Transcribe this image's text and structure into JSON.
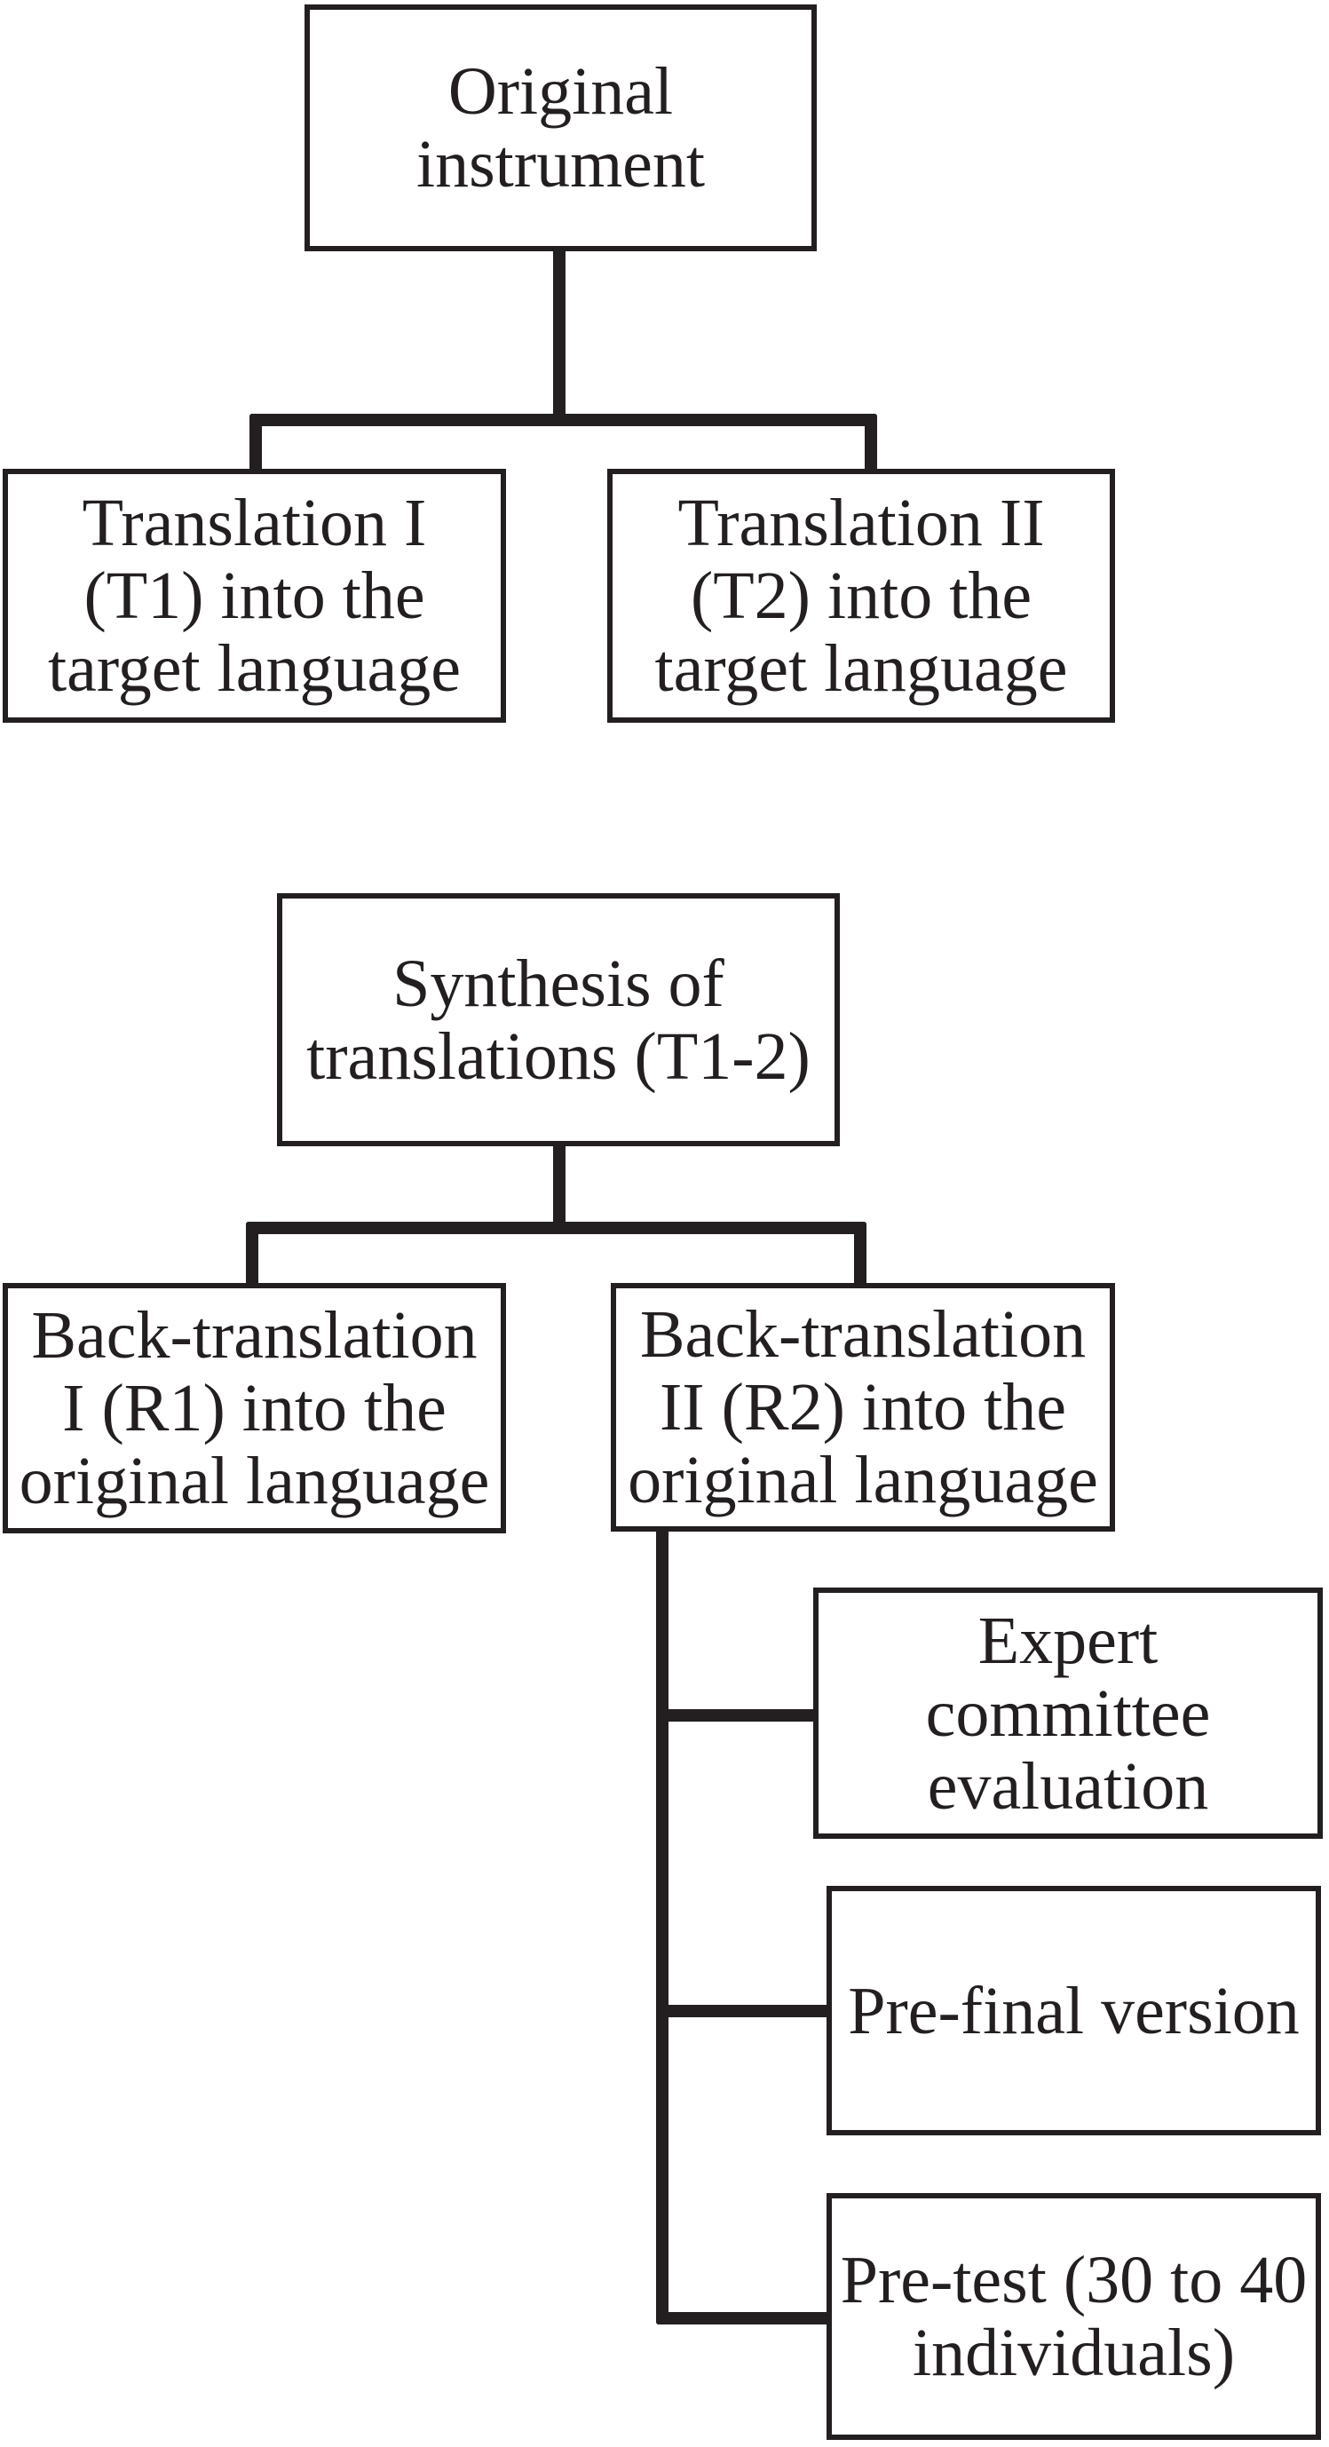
{
  "colors": {
    "ink": "#231f20",
    "background": "#ffffff"
  },
  "diagram": {
    "type": "flowchart",
    "nodes": {
      "original": {
        "lines": [
          "Original",
          "instrument"
        ]
      },
      "translation1": {
        "lines": [
          "Translation I",
          "(T1) into the",
          "target language"
        ]
      },
      "translation2": {
        "lines": [
          "Translation II",
          "(T2) into the",
          "target language"
        ]
      },
      "synthesis": {
        "lines": [
          "Synthesis of",
          "translations (T1-2)"
        ]
      },
      "back1": {
        "lines": [
          "Back-translation",
          "I (R1) into the",
          "original language"
        ]
      },
      "back2": {
        "lines": [
          "Back-translation",
          "II (R2) into the",
          "original language"
        ]
      },
      "expert": {
        "lines": [
          "Expert",
          "committee",
          "evaluation"
        ]
      },
      "prefinal": {
        "lines": [
          "Pre-final version"
        ]
      },
      "pretest": {
        "lines": [
          "Pre-test (30 to 40",
          "individuals)"
        ]
      }
    },
    "edges": [
      {
        "from": "original",
        "to": "translation1"
      },
      {
        "from": "original",
        "to": "translation2"
      },
      {
        "from": "synthesis",
        "to": "back1"
      },
      {
        "from": "synthesis",
        "to": "back2"
      },
      {
        "from": "back2",
        "to": "expert"
      },
      {
        "from": "back2",
        "to": "prefinal"
      },
      {
        "from": "back2",
        "to": "pretest"
      }
    ]
  }
}
